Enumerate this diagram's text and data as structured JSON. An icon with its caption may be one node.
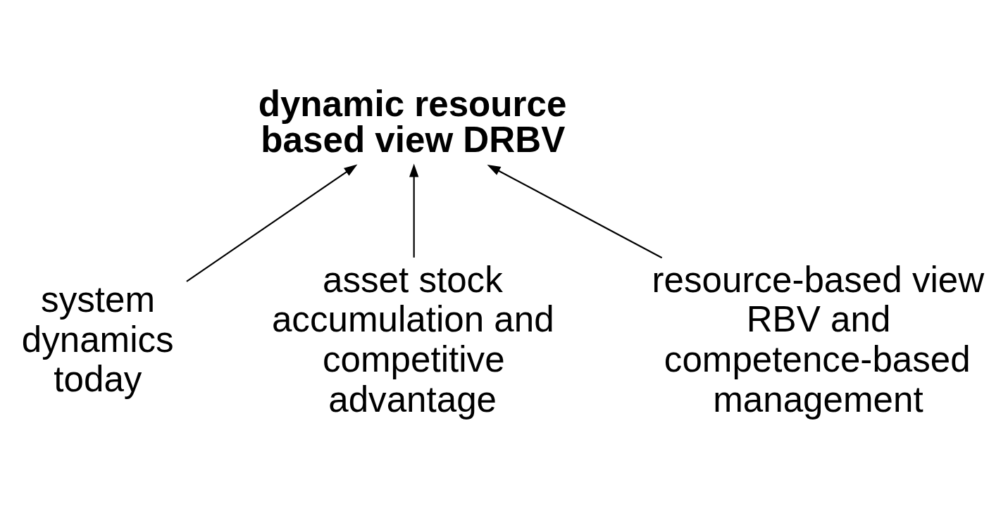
{
  "diagram": {
    "nodes": [
      {
        "text": [
          "dynamic resource based view DRBV"
        ]
      },
      {
        "text": [
          "system dynamics today"
        ]
      },
      {
        "text": [
          "asset stock accumulation and competitive advantage"
        ]
      },
      {
        "text": [
          "resource-based view RBV and competence-based management"
        ]
      }
    ],
    "edges": [
      {
        "from": 1,
        "to": 0,
        "arrow": "to"
      },
      {
        "from": 2,
        "to": 0,
        "arrow": "to"
      },
      {
        "from": 3,
        "to": 0,
        "arrow": "to"
      }
    ]
  }
}
